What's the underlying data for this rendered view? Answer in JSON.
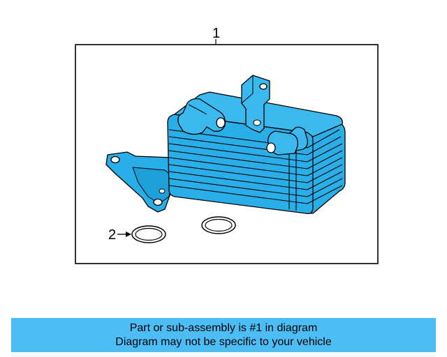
{
  "diagram": {
    "callouts": [
      {
        "id": "1",
        "label": "1"
      },
      {
        "id": "2",
        "label": "2"
      }
    ],
    "part_color": "#29aee8",
    "outline_color": "#000000"
  },
  "banner": {
    "line1": "Part or sub-assembly is #1 in diagram",
    "line2": "Diagram may not be specific to your vehicle",
    "background": "#4dbdf5"
  }
}
